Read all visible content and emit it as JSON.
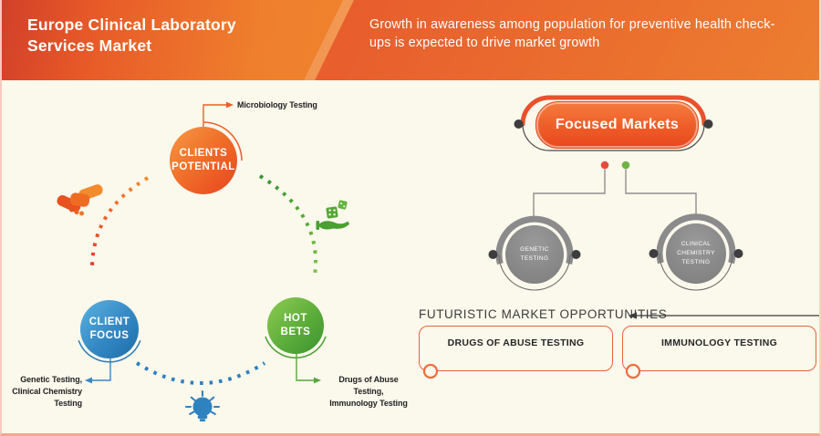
{
  "header": {
    "title": "Europe Clinical Laboratory Services Market",
    "subtitle": "Growth in awareness among population for preventive health check-ups is expected to drive market growth"
  },
  "cycle": {
    "nodes": [
      {
        "id": "clients-potential",
        "lines": [
          "CLIENTS",
          "POTENTIAL"
        ],
        "callout_lines": [
          "Microbiology Testing"
        ]
      },
      {
        "id": "client-focus",
        "lines": [
          "CLIENT",
          "FOCUS"
        ],
        "callout_lines": [
          "Genetic Testing,",
          "Clinical Chemistry",
          "Testing"
        ]
      },
      {
        "id": "hot-bets",
        "lines": [
          "HOT",
          "BETS"
        ],
        "callout_lines": [
          "Drugs of Abuse Testing,",
          "Immunology Testing"
        ]
      }
    ],
    "icons": [
      "handshake-icon",
      "hand-with-dice-icon",
      "lightbulb-icon"
    ]
  },
  "focused_markets": {
    "title": "Focused Markets",
    "branches": [
      {
        "id": "genetic-testing",
        "lines": [
          "GENETIC TESTING"
        ]
      },
      {
        "id": "clinical-chemistry-testing",
        "lines": [
          "CLINICAL",
          "CHEMISTRY",
          "TESTING"
        ]
      }
    ]
  },
  "futuristic": {
    "heading": "FUTURISTIC MARKET OPPORTUNITIES",
    "items": [
      {
        "label": "DRUGS OF ABUSE TESTING"
      },
      {
        "label": "IMMUNOLOGY TESTING"
      }
    ]
  },
  "colors": {
    "accent_orange": "#e8511f",
    "node_orange": "#ee5d26",
    "node_blue": "#2e7cb8",
    "node_green": "#4aa032",
    "gray_node": "#8b8b8b",
    "red_dot": "#e84b3a",
    "green_dot": "#6fb344",
    "background": "#fbf8ec"
  }
}
